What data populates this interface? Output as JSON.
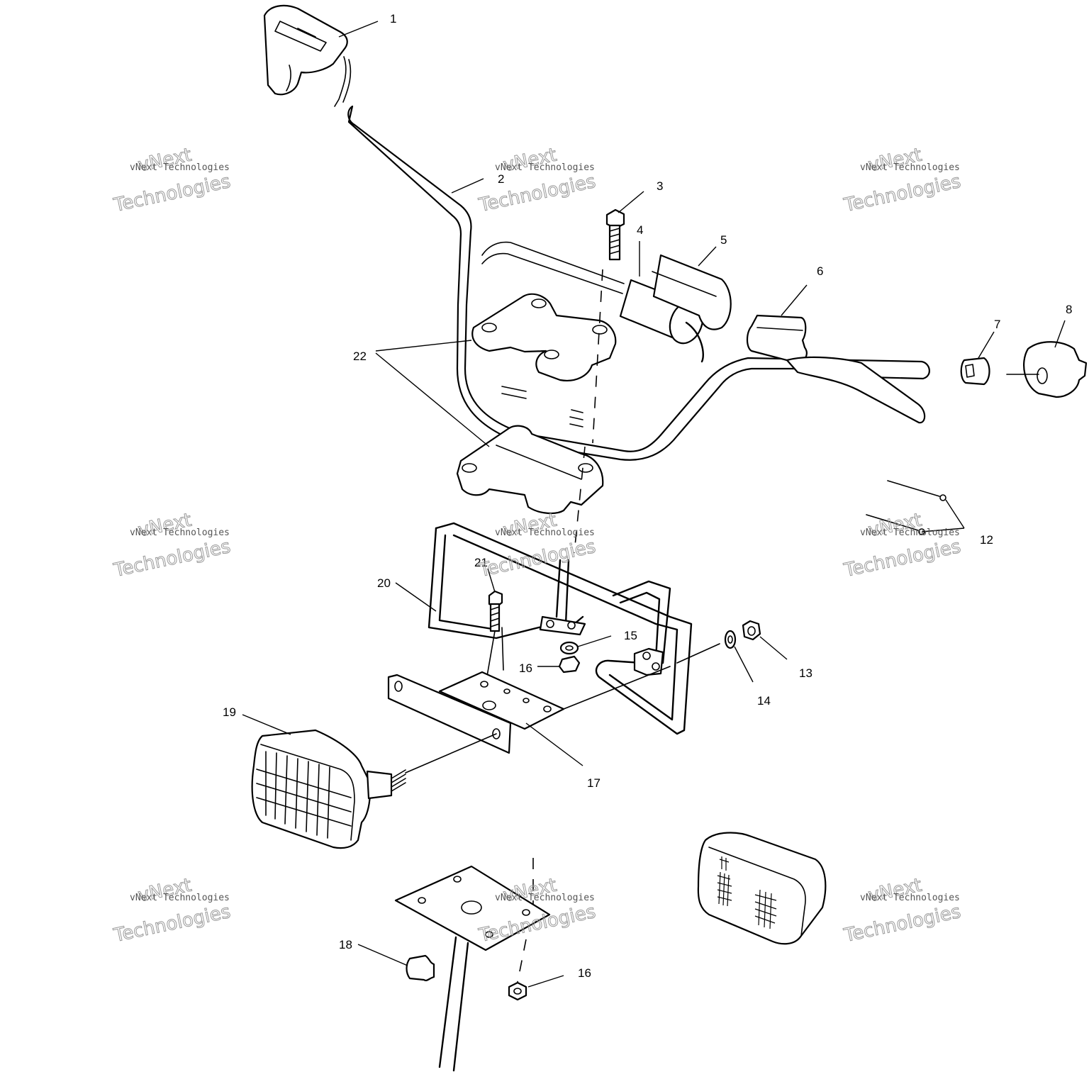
{
  "callouts": {
    "c1": "1",
    "c2": "2",
    "c3": "3",
    "c4": "4",
    "c5": "5",
    "c6": "6",
    "c7": "7",
    "c8": "8",
    "c12": "12",
    "c13": "13",
    "c14": "14",
    "c15": "15",
    "c16a": "16",
    "c16b": "16",
    "c17": "17",
    "c18": "18",
    "c19": "19",
    "c20": "20",
    "c21": "21",
    "c22": "22"
  },
  "watermark": {
    "line1": "vNext Technologies",
    "logo_top": "vNext",
    "logo_bottom": "Technologies"
  }
}
